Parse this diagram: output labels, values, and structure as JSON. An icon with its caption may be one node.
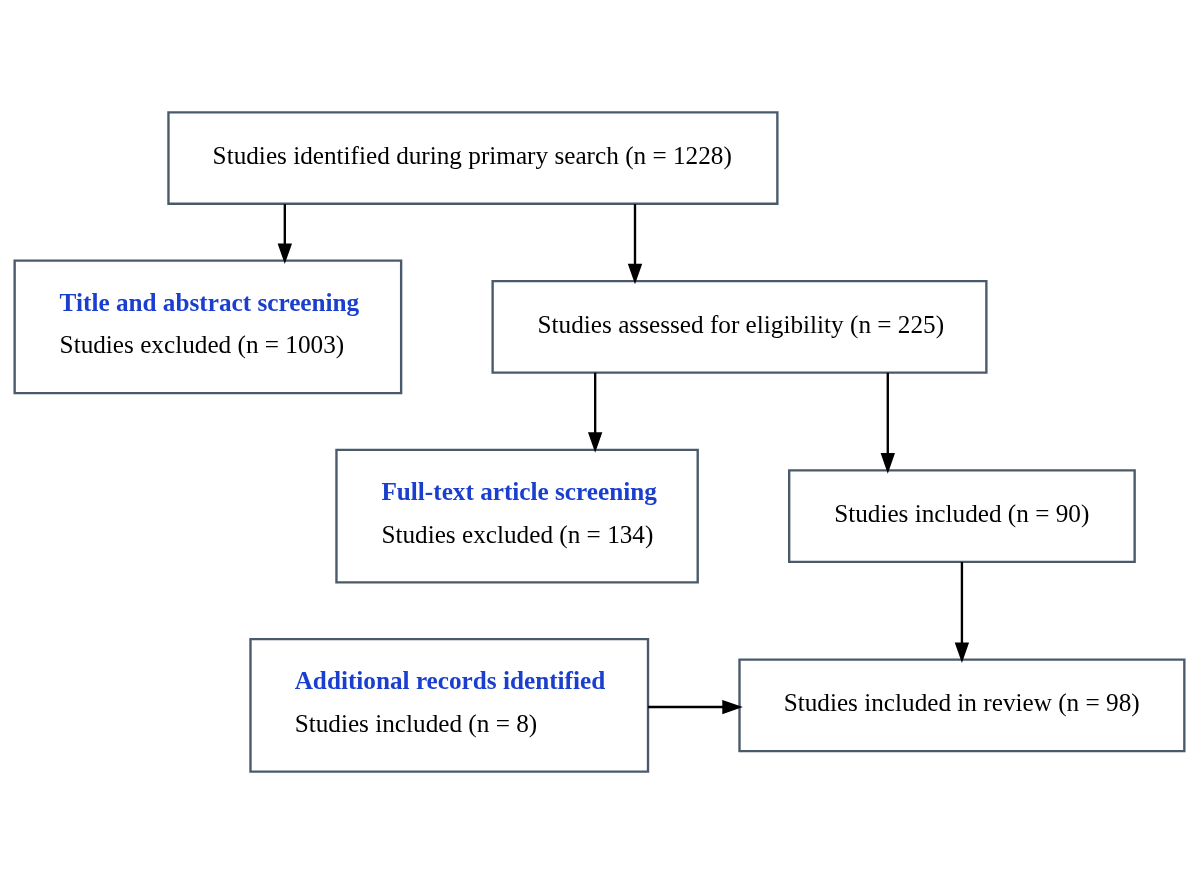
{
  "diagram": {
    "nodes": [
      {
        "text": [
          "Studies identified during primary search (n = 1228)"
        ]
      },
      {
        "text": [
          "Title and abstract screening",
          "Studies excluded (n = 1003)"
        ]
      },
      {
        "text": [
          "Studies assessed for eligibility (n = 225)"
        ]
      },
      {
        "text": [
          "Full-text article screening",
          "Studies excluded (n = 134)"
        ]
      },
      {
        "text": [
          "Studies included (n = 90)"
        ]
      },
      {
        "text": [
          "Additional records identified",
          "Studies included (n = 8)"
        ]
      },
      {
        "text": [
          "Studies included in review (n = 98)"
        ]
      }
    ],
    "edges": [
      {
        "from": 0,
        "to": 1,
        "arrow": "to"
      },
      {
        "from": 0,
        "to": 2,
        "arrow": "to"
      },
      {
        "from": 2,
        "to": 3,
        "arrow": "to"
      },
      {
        "from": 2,
        "to": 4,
        "arrow": "to"
      },
      {
        "from": 4,
        "to": 6,
        "arrow": "to"
      },
      {
        "from": 5,
        "to": 6,
        "arrow": "to"
      }
    ]
  }
}
